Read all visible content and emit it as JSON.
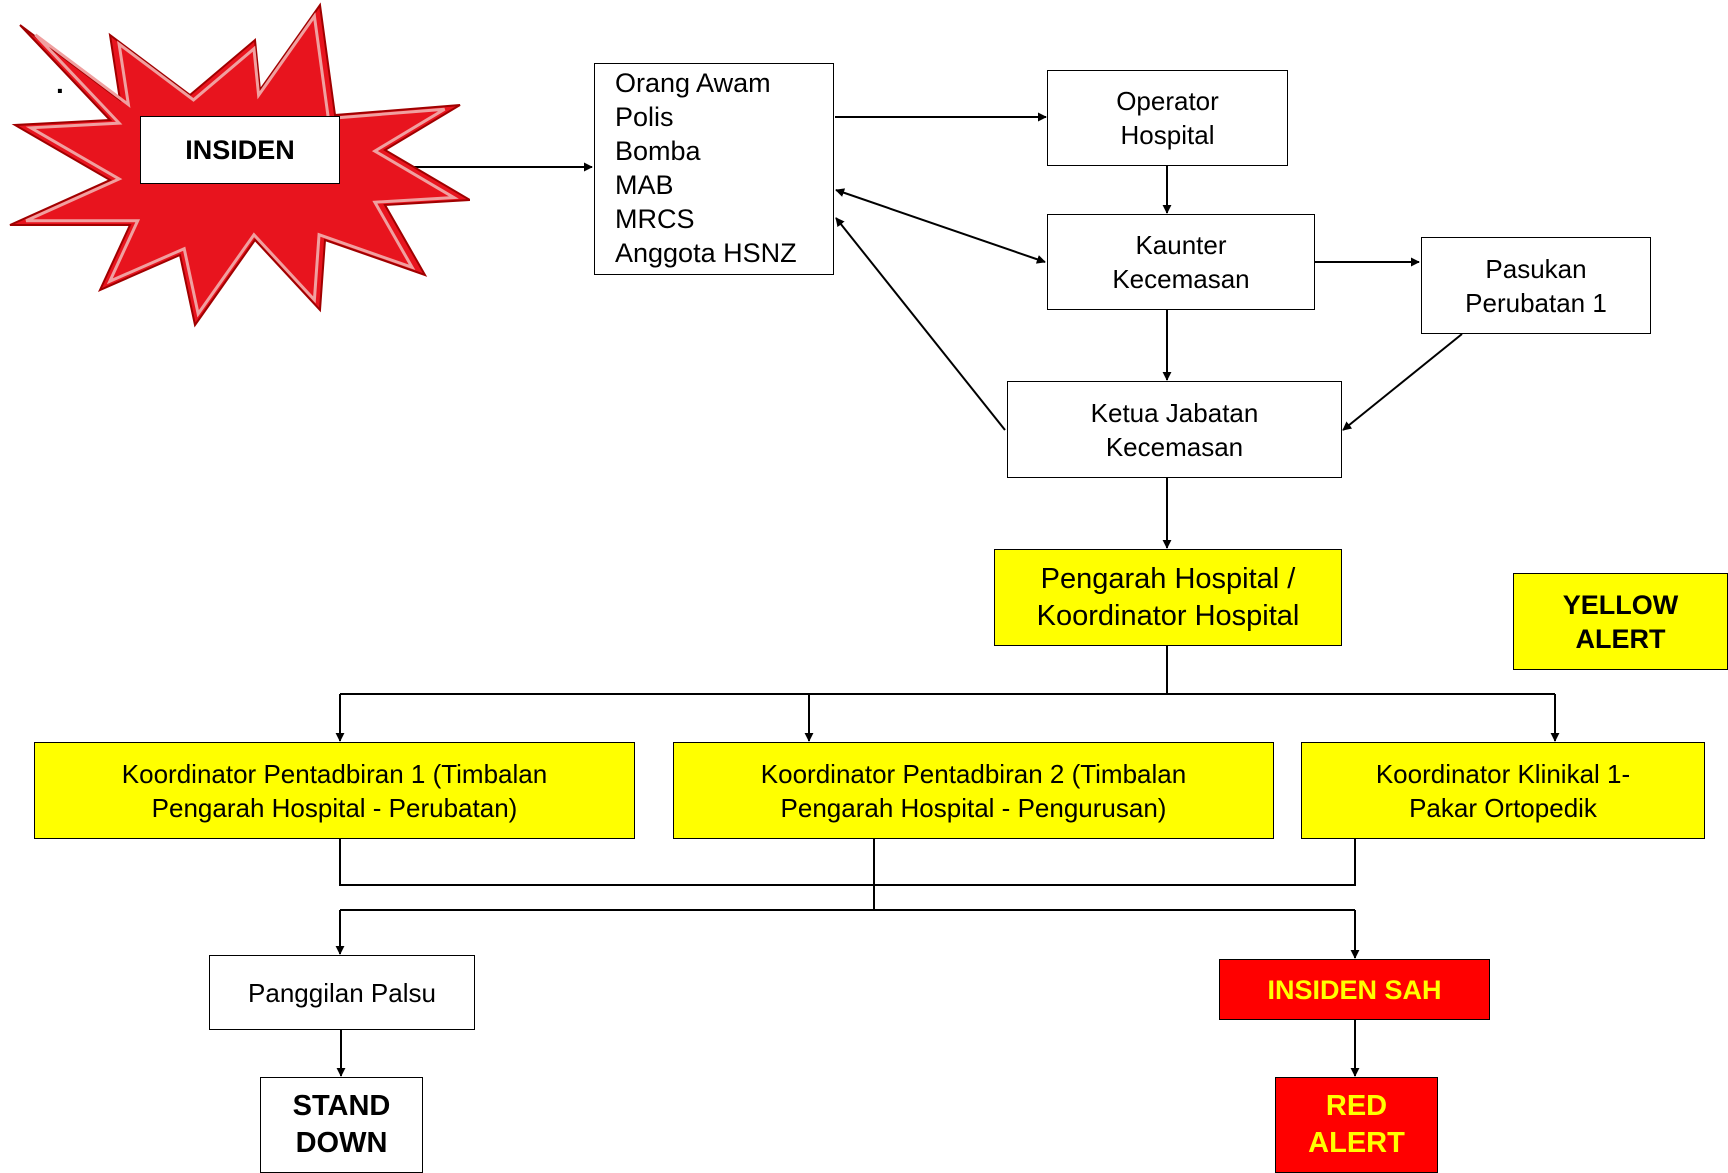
{
  "colors": {
    "alert_yellow": "#ffff00",
    "alert_red": "#ff0000",
    "red_text": "#ffff00",
    "burst_fill": "#e8141e",
    "burst_inner": "#f0a0a0"
  },
  "insiden": {
    "dot": ".",
    "label": "INSIDEN"
  },
  "reporters": [
    "Orang Awam",
    "Polis",
    "Bomba",
    "MAB",
    "MRCS",
    "Anggota HSNZ"
  ],
  "operator": [
    "Operator",
    "Hospital"
  ],
  "kaunter": [
    "Kaunter",
    "Kecemasan"
  ],
  "pasukan": [
    "Pasukan",
    "Perubatan 1"
  ],
  "ketua": [
    "Ketua Jabatan",
    "Kecemasan"
  ],
  "pengarah": [
    "Pengarah Hospital /",
    "Koordinator Hospital"
  ],
  "yellow_alert": [
    "YELLOW",
    "ALERT"
  ],
  "koord_1": [
    "Koordinator Pentadbiran 1 (Timbalan",
    "Pengarah Hospital - Perubatan)"
  ],
  "koord_2": [
    "Koordinator Pentadbiran 2 (Timbalan",
    "Pengarah Hospital - Pengurusan)"
  ],
  "koord_3": [
    "Koordinator Klinikal 1-",
    "Pakar Ortopedik"
  ],
  "panggilan": "Panggilan Palsu",
  "stand_down": [
    "STAND",
    "DOWN"
  ],
  "insiden_sah": "INSIDEN SAH",
  "red_alert": [
    "RED",
    "ALERT"
  ]
}
